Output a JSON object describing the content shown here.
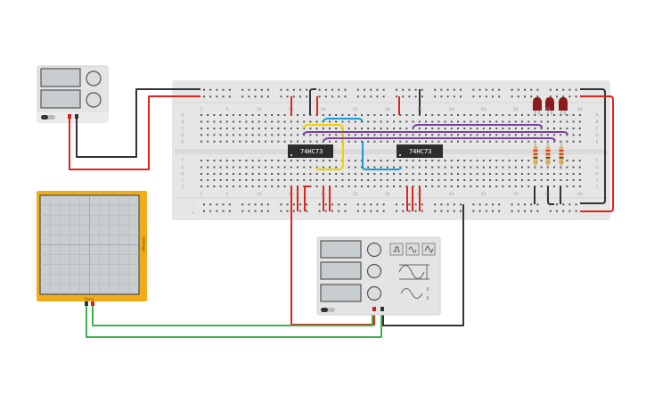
{
  "canvas": {
    "title": "Circuit workspace"
  },
  "breadboard": {
    "column_numbers": [
      "1",
      "5",
      "10",
      "15",
      "20",
      "25",
      "30",
      "35",
      "40",
      "45",
      "50",
      "55",
      "60"
    ],
    "column_number_values": [
      1,
      5,
      10,
      15,
      20,
      25,
      30,
      35,
      40,
      45,
      50,
      55,
      60
    ],
    "rows_top": [
      "A",
      "B",
      "C",
      "D",
      "E"
    ],
    "rows_bottom": [
      "F",
      "G",
      "H",
      "I",
      "J"
    ],
    "rail_minus": "−",
    "rail_plus": "+"
  },
  "chips": [
    {
      "label": "74HC73"
    },
    {
      "label": "74HC73"
    }
  ],
  "oscilloscope": {
    "x_axis": "Time",
    "y_axis": "Voltage"
  },
  "colors": {
    "breadboard": "#e6e6e6",
    "wire_red": "#e2231a",
    "wire_black": "#333333",
    "wire_yellow": "#f2d000",
    "wire_blue": "#1a9bd7",
    "wire_purple": "#7b3f9e",
    "wire_green": "#3cb44b",
    "scope_frame": "#f0ad1a",
    "led": "#8b1a1a"
  }
}
